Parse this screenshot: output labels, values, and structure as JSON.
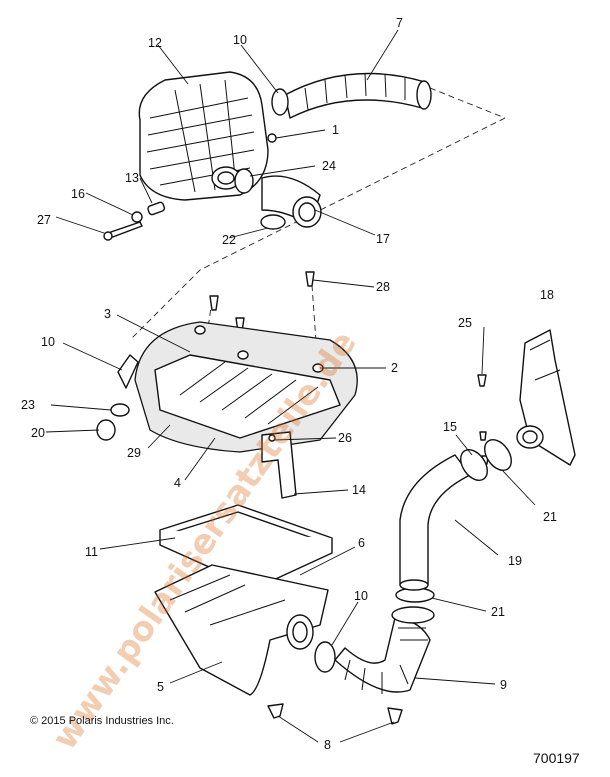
{
  "watermark": "www.polarisersatzteile.de",
  "copyright": "© 2015 Polaris Industries Inc.",
  "diagram_number": "700197",
  "callouts": {
    "c1": "1",
    "c2": "2",
    "c3": "3",
    "c4": "4",
    "c5": "5",
    "c6": "6",
    "c7": "7",
    "c8": "8",
    "c9": "9",
    "c10a": "10",
    "c10b": "10",
    "c10c": "10",
    "c11": "11",
    "c12": "12",
    "c13": "13",
    "c14": "14",
    "c15": "15",
    "c16": "16",
    "c17": "17",
    "c18": "18",
    "c19": "19",
    "c20": "20",
    "c21a": "21",
    "c21b": "21",
    "c22": "22",
    "c23": "23",
    "c24": "24",
    "c25": "25",
    "c26": "26",
    "c27": "27",
    "c28": "28",
    "c29": "29"
  }
}
